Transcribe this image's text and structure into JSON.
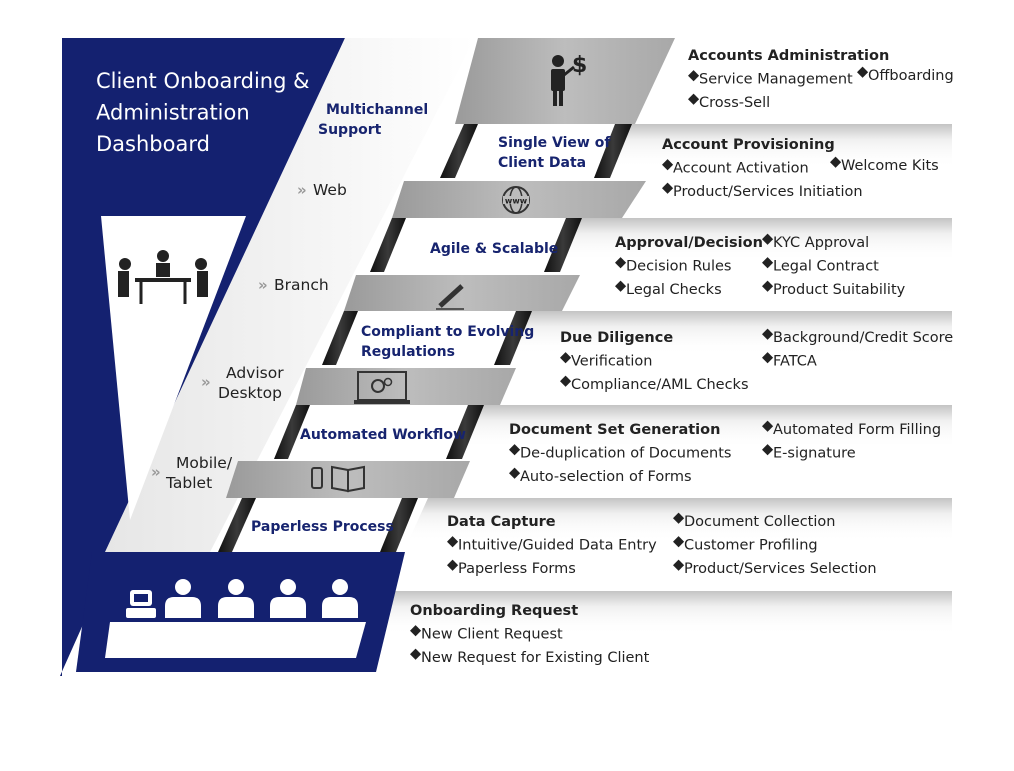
{
  "title_lines": [
    "Client Onboarding &",
    "Administration",
    "Dashboard"
  ],
  "channels": {
    "heading_lines": [
      "Multichannel",
      "Support"
    ],
    "items": [
      {
        "lines": [
          "Web"
        ]
      },
      {
        "lines": [
          "Branch"
        ]
      },
      {
        "lines": [
          "Advisor",
          "Desktop"
        ]
      },
      {
        "lines": [
          "Mobile/",
          "Tablet"
        ]
      }
    ]
  },
  "bands": [
    {
      "lines": [
        "Single View of",
        "Client Data"
      ]
    },
    {
      "lines": [
        "Agile & Scalable"
      ]
    },
    {
      "lines": [
        "Compliant to Evolving",
        "Regulations"
      ]
    },
    {
      "lines": [
        "Automated Workflow"
      ]
    },
    {
      "lines": [
        "Paperless Process"
      ]
    }
  ],
  "sections": [
    {
      "title": "Accounts Administration",
      "cols": [
        [
          "Service Management",
          "Cross-Sell"
        ],
        [
          "Offboarding"
        ]
      ]
    },
    {
      "title": "Account Provisioning",
      "cols": [
        [
          "Account Activation",
          "Product/Services Initiation"
        ],
        [
          "Welcome Kits"
        ]
      ]
    },
    {
      "title": "Approval/Decision",
      "cols": [
        [
          "Decision Rules",
          "Legal Checks"
        ],
        [
          "KYC Approval",
          "Legal Contract",
          "Product Suitability"
        ]
      ]
    },
    {
      "title": "Due Diligence",
      "cols": [
        [
          "Verification",
          "Compliance/AML Checks"
        ],
        [
          "Background/Credit Score",
          "FATCA"
        ]
      ]
    },
    {
      "title": "Document Set Generation",
      "cols": [
        [
          "De-duplication of Documents",
          "Auto-selection of Forms"
        ],
        [
          "Automated Form Filling",
          "E-signature"
        ]
      ]
    },
    {
      "title": "Data Capture",
      "cols": [
        [
          "Intuitive/Guided Data Entry",
          "Paperless Forms"
        ],
        [
          "Document Collection",
          "Customer Profiling",
          "Product/Services Selection"
        ]
      ]
    },
    {
      "title": "Onboarding Request",
      "cols": [
        [
          "New Client Request",
          "New Request for Existing Client"
        ]
      ]
    }
  ],
  "icons": [
    "dollar-presenter-icon",
    "www-globe-icon",
    "pen-icon",
    "gear-laptop-icon",
    "phone-book-icon",
    "meeting-table-icon",
    "audience-icon"
  ],
  "colors": {
    "navy": "#142170",
    "band_text": "#17246f",
    "black_bar": "#1e1e1e",
    "gray_step": "#a6a6a6"
  }
}
